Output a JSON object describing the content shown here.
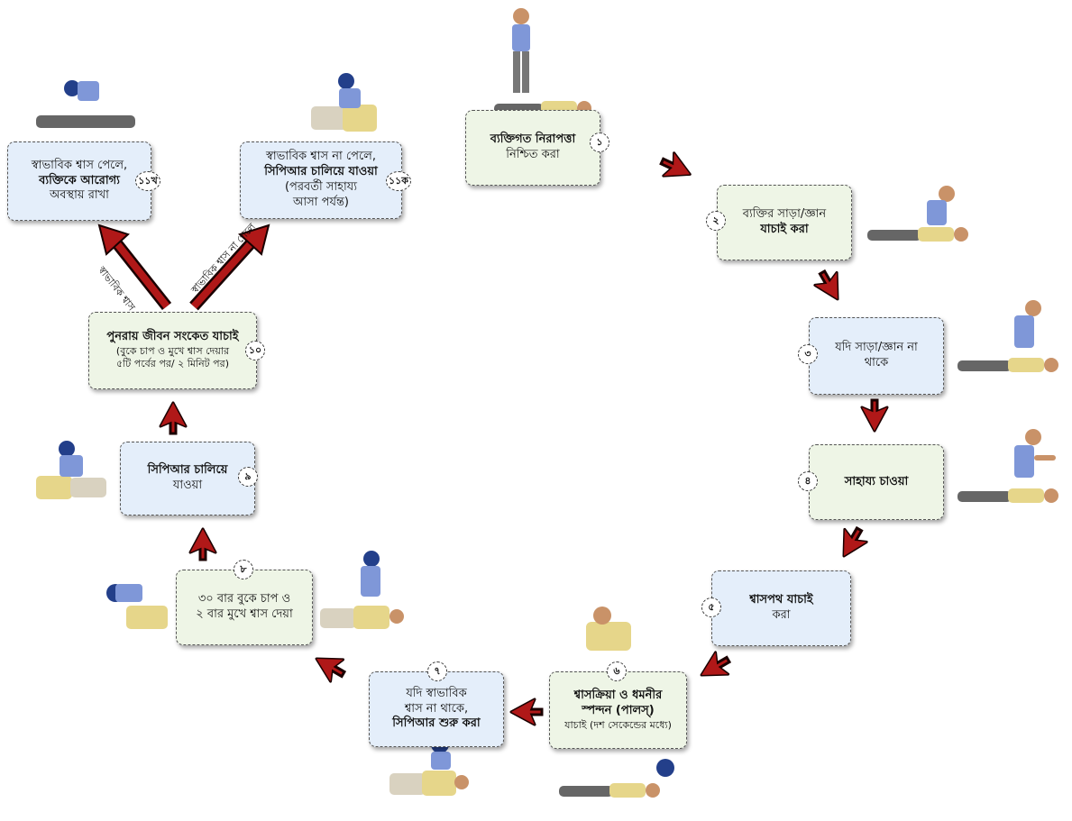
{
  "steps": {
    "s1": {
      "badge": "১",
      "l1": "ব্যক্তিগত নিরাপত্তা",
      "l2": "নিশ্চিত করা"
    },
    "s2": {
      "badge": "২",
      "l1": "ব্যক্তির সাড়া/জ্ঞান",
      "l2": "যাচাই করা"
    },
    "s3": {
      "badge": "৩",
      "l1": "যদি সাড়া/জ্ঞান না",
      "l2": "থাকে"
    },
    "s4": {
      "badge": "৪",
      "l1": "সাহায্য চাওয়া"
    },
    "s5": {
      "badge": "৫",
      "l1": "শ্বাসপথ যাচাই",
      "l2": "করা"
    },
    "s6": {
      "badge": "৬",
      "l1": "শ্বাসক্রিয়া ও ধমনীর",
      "l2": "স্পন্দন (পালস্)",
      "l3": "যাচাই (দশ সেকেন্ডের মধ্যে)"
    },
    "s7": {
      "badge": "৭",
      "l1": "যদি স্বাভাবিক",
      "l2": "শ্বাস না থাকে,",
      "l3": "সিপিআর শুরু করা"
    },
    "s8": {
      "badge": "৮",
      "l1": "৩০ বার বুকে চাপ ও",
      "l2": "২ বার মুখে শ্বাস দেয়া"
    },
    "s9": {
      "badge": "৯",
      "l1": "সিপিআর চালিয়ে",
      "l2": "যাওয়া"
    },
    "s10": {
      "badge": "১০",
      "l1": "পুনরায় জীবন সংকেত যাচাই",
      "l2": "(বুকে চাপ ও মুখে শ্বাস দেয়ার",
      "l3": "৫টি পর্বের পর/ ২ মিনিট পর)"
    },
    "s11a": {
      "badge": "১১ক",
      "l1": "স্বাভাবিক শ্বাস না পেলে,",
      "l2": "সিপিআর চালিয়ে যাওয়া",
      "l3": "(পরবর্তী সাহায্য",
      "l4": "আসা পর্যন্ত)"
    },
    "s11b": {
      "badge": "১১খ",
      "l1": "স্বাভাবিক শ্বাস পেলে,",
      "l2": "ব্যক্তিকে আরোগ্য",
      "l3": "অবস্থায় রাখা"
    }
  },
  "arrow_labels": {
    "left": "স্বাভাবিক শ্বাস পেলে",
    "right": "স্বাভাবিক শ্বাস না পেলে"
  },
  "colors": {
    "arrow_fill": "#b01818",
    "arrow_outline": "#1a0000",
    "box_green": "#eef5e6",
    "box_blue": "#e4eefa"
  }
}
